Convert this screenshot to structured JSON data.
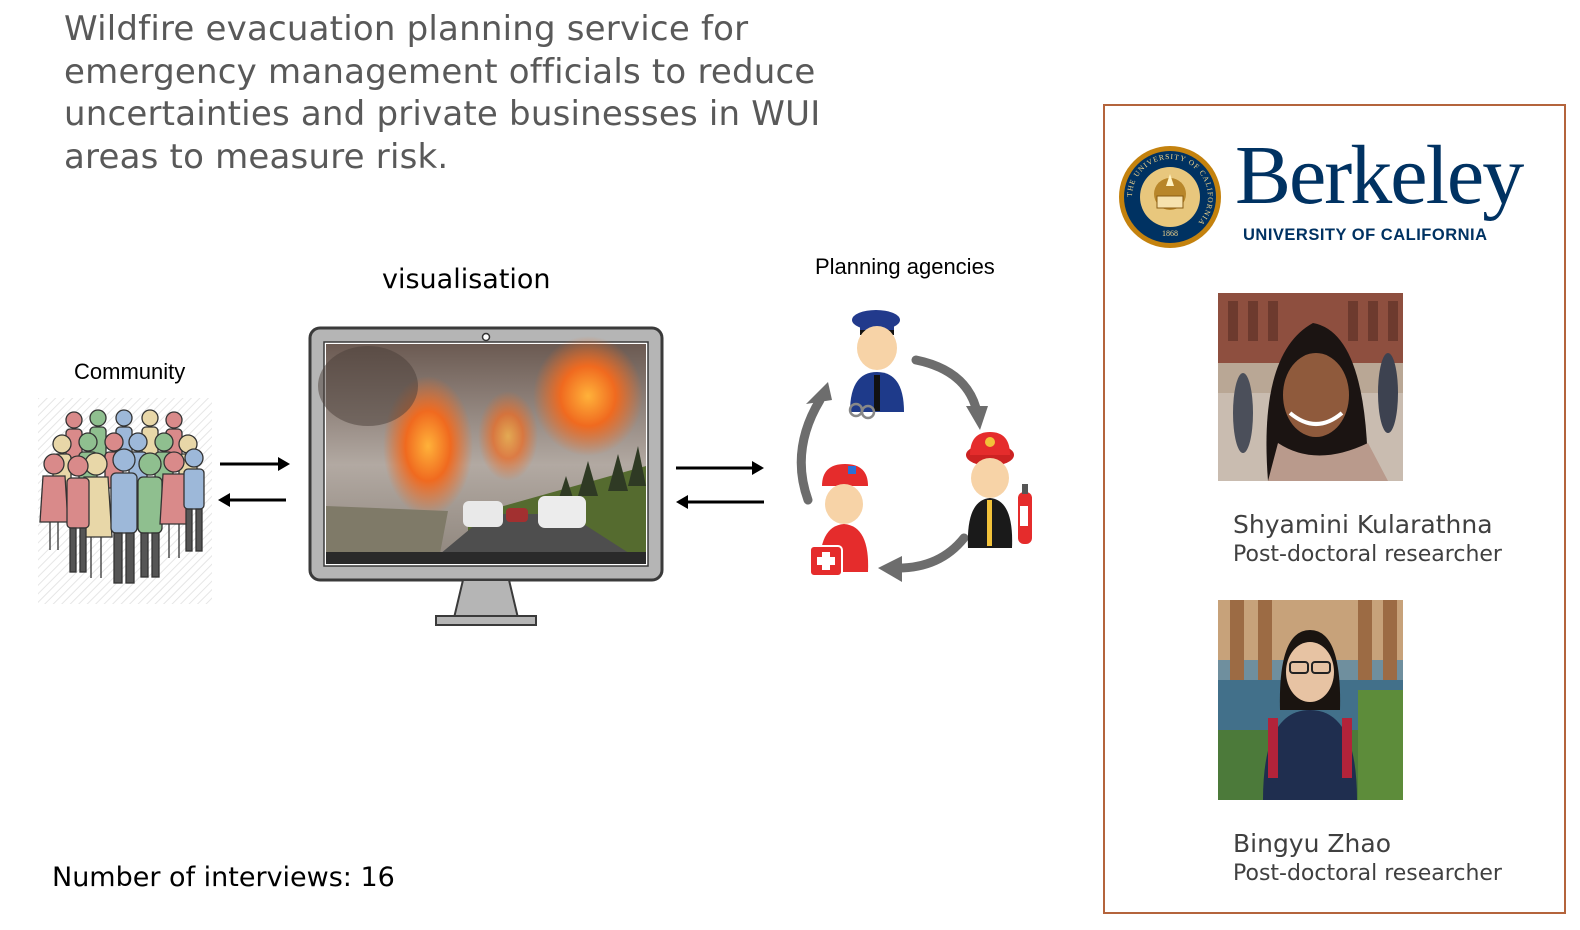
{
  "headline": "Wildfire evacuation planning service for emergency management officials to reduce uncertainties  and private businesses in WUI areas to measure risk.",
  "diagram": {
    "community_label": "Community",
    "visualisation_label": "visualisation",
    "agencies_label": "Planning agencies"
  },
  "interviews_text": "Number of interviews: 16",
  "team": {
    "university_name": "Berkeley",
    "university_subtitle": "UNIVERSITY OF CALIFORNIA",
    "seal_text": "THE UNIVERSITY OF CALIFORNIA",
    "seal_year": "1868",
    "members": [
      {
        "name": "Shyamini Kularathna",
        "role": "Post-doctoral researcher"
      },
      {
        "name": "Bingyu Zhao",
        "role": "Post-doctoral researcher"
      }
    ]
  },
  "colors": {
    "headline": "#595959",
    "panel_border": "#b4643c",
    "berkeley_blue": "#003262",
    "california_gold": "#c4820e",
    "arrow_gray": "#6d6d6d"
  }
}
